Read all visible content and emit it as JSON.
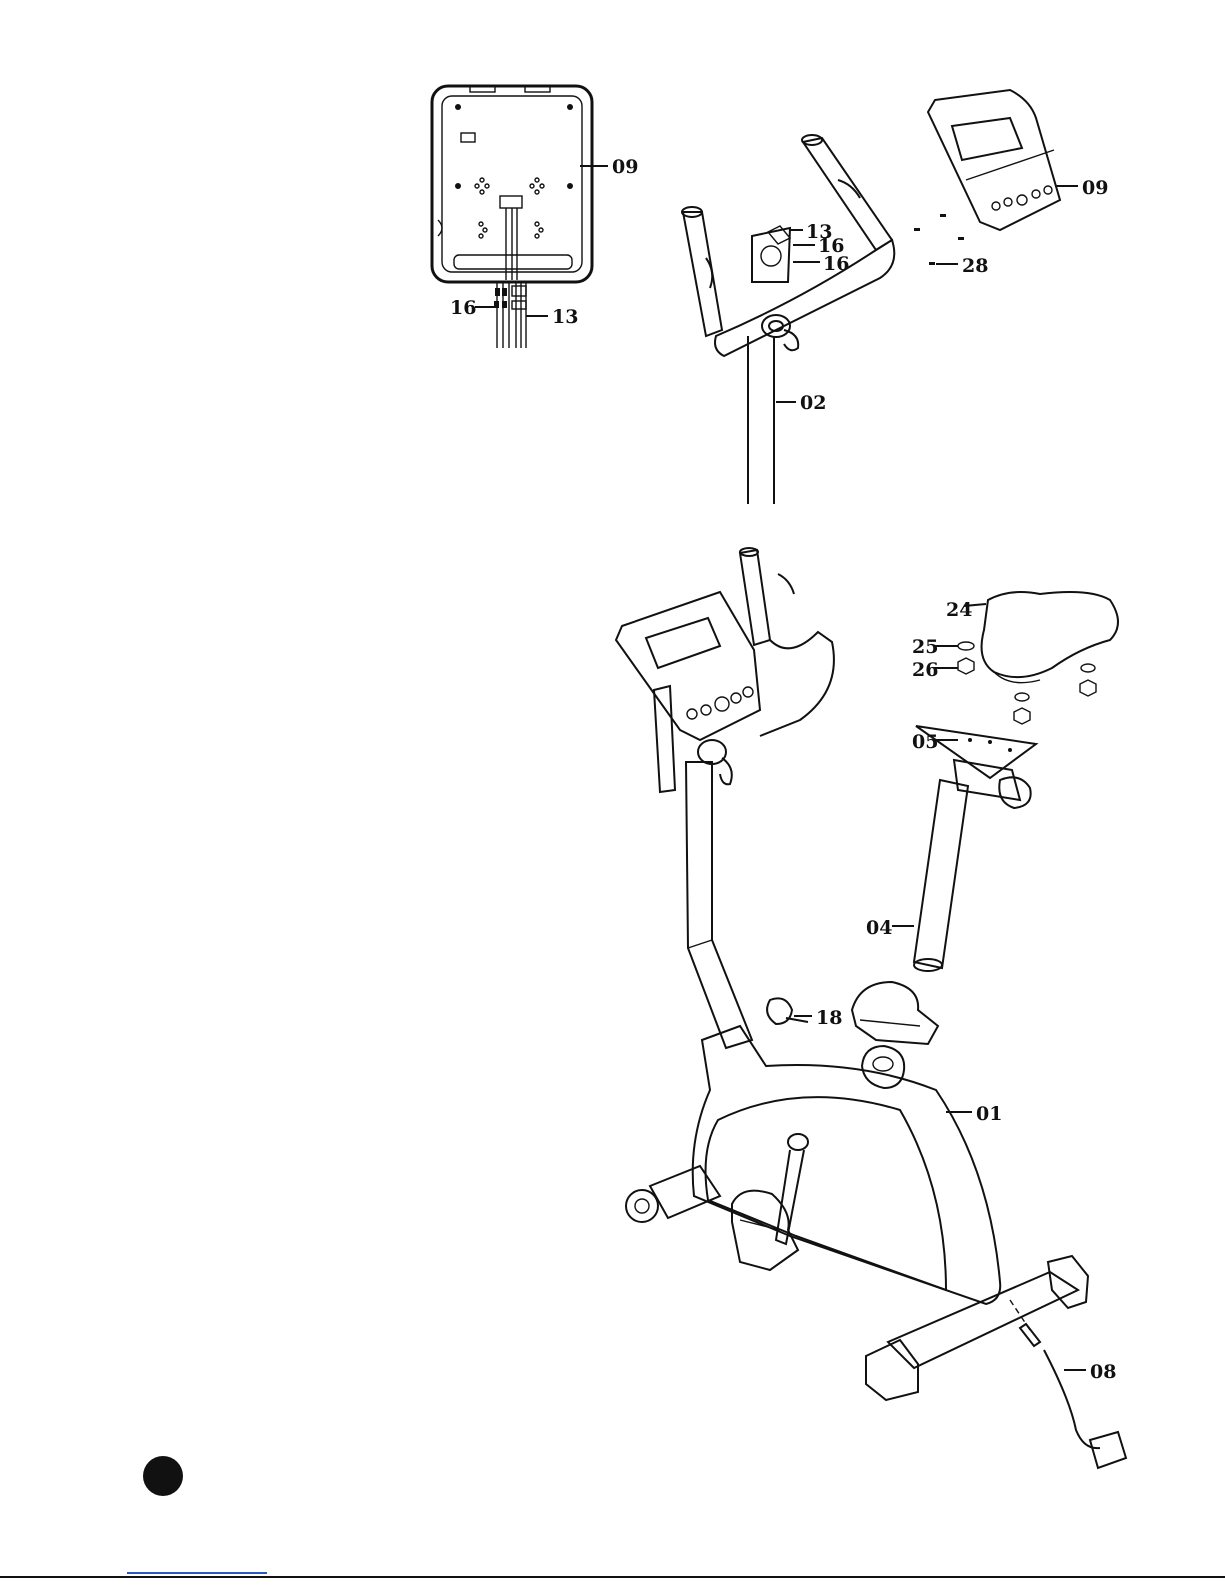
{
  "diagram": {
    "callouts": {
      "console_back_09": "09",
      "wire_16_left": "16",
      "wire_13_left": "13",
      "sensor_13": "13",
      "sensor_16_a": "16",
      "sensor_16_b": "16",
      "console_09": "09",
      "screw_28": "28",
      "handlebar_post_02": "02",
      "seat_24": "24",
      "washer_25": "25",
      "nut_26": "26",
      "seat_bracket_05": "05",
      "seat_post_04": "04",
      "knob_18": "18",
      "frame_01": "01",
      "power_adapter_08": "08"
    }
  },
  "colors": {
    "ink": "#111111",
    "link": "#2b56c6"
  }
}
